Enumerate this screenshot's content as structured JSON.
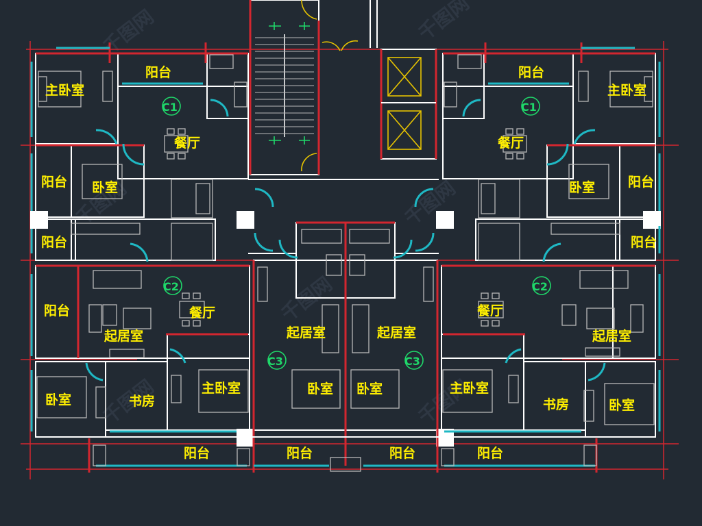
{
  "watermark": "千图网",
  "unit_tags": {
    "c1": "C1",
    "c2": "C2",
    "c3": "C3"
  },
  "rooms": {
    "master_bedroom": "主卧室",
    "bedroom": "卧室",
    "balcony": "阳台",
    "dining": "餐厅",
    "living": "起居室",
    "study": "书房"
  },
  "colors": {
    "background": "#222a33",
    "wall": "#ffffff",
    "wall_red": "#d3262f",
    "window_cyan": "#1fb8c4",
    "label": "#ffef00",
    "tag": "#1fd86a",
    "stairs_marker": "#1fd86a",
    "door_yellow": "#e7c400"
  }
}
